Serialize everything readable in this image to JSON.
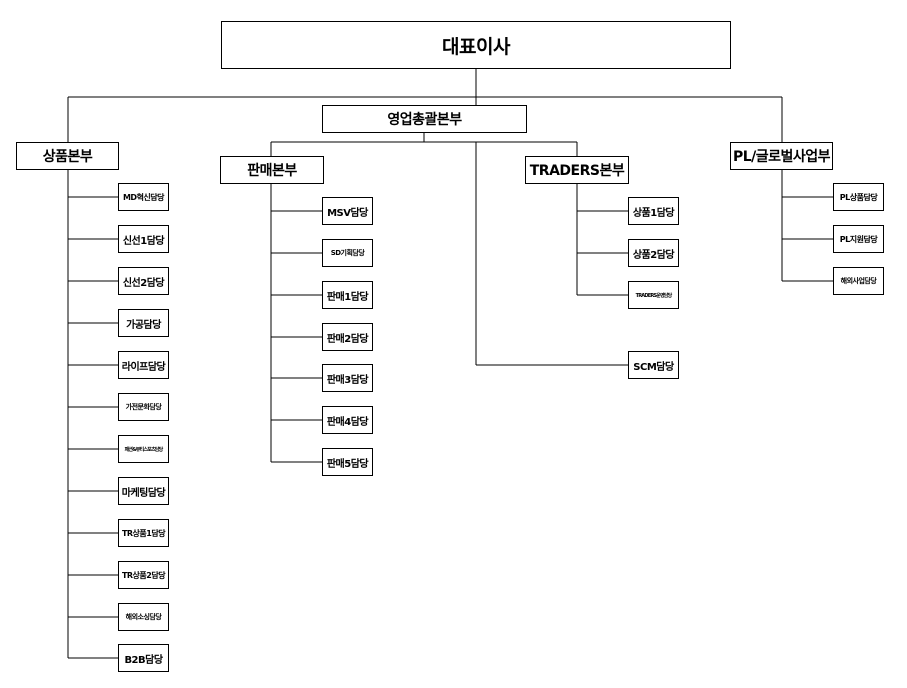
{
  "chart": {
    "ceo": "대표이사",
    "hq": "영업총괄본부",
    "divisions": [
      {
        "name": "상품본부",
        "teams": [
          "MD혁신담당",
          "신선1담당",
          "신선2담당",
          "가공담당",
          "라이프담당",
          "가전문화담당",
          "패션&뷰티스포츠담당",
          "마케팅담당",
          "TR상품1담당",
          "TR상품2담당",
          "해외소싱담당",
          "B2B담당"
        ]
      },
      {
        "name": "판매본부",
        "teams": [
          "MSV담당",
          "SD기획담당",
          "판매1담당",
          "판매2담당",
          "판매3담당",
          "판매4담당",
          "판매5담당"
        ]
      },
      {
        "name": "TRADERS본부",
        "teams": [
          "상품1담당",
          "상품2담당",
          "TRADERS운영담당"
        ]
      },
      {
        "name": "PL/글로벌사업부",
        "teams": [
          "PL상품담당",
          "PL지원담당",
          "해외사업담당"
        ]
      }
    ],
    "extra_team": "SCM담당"
  }
}
